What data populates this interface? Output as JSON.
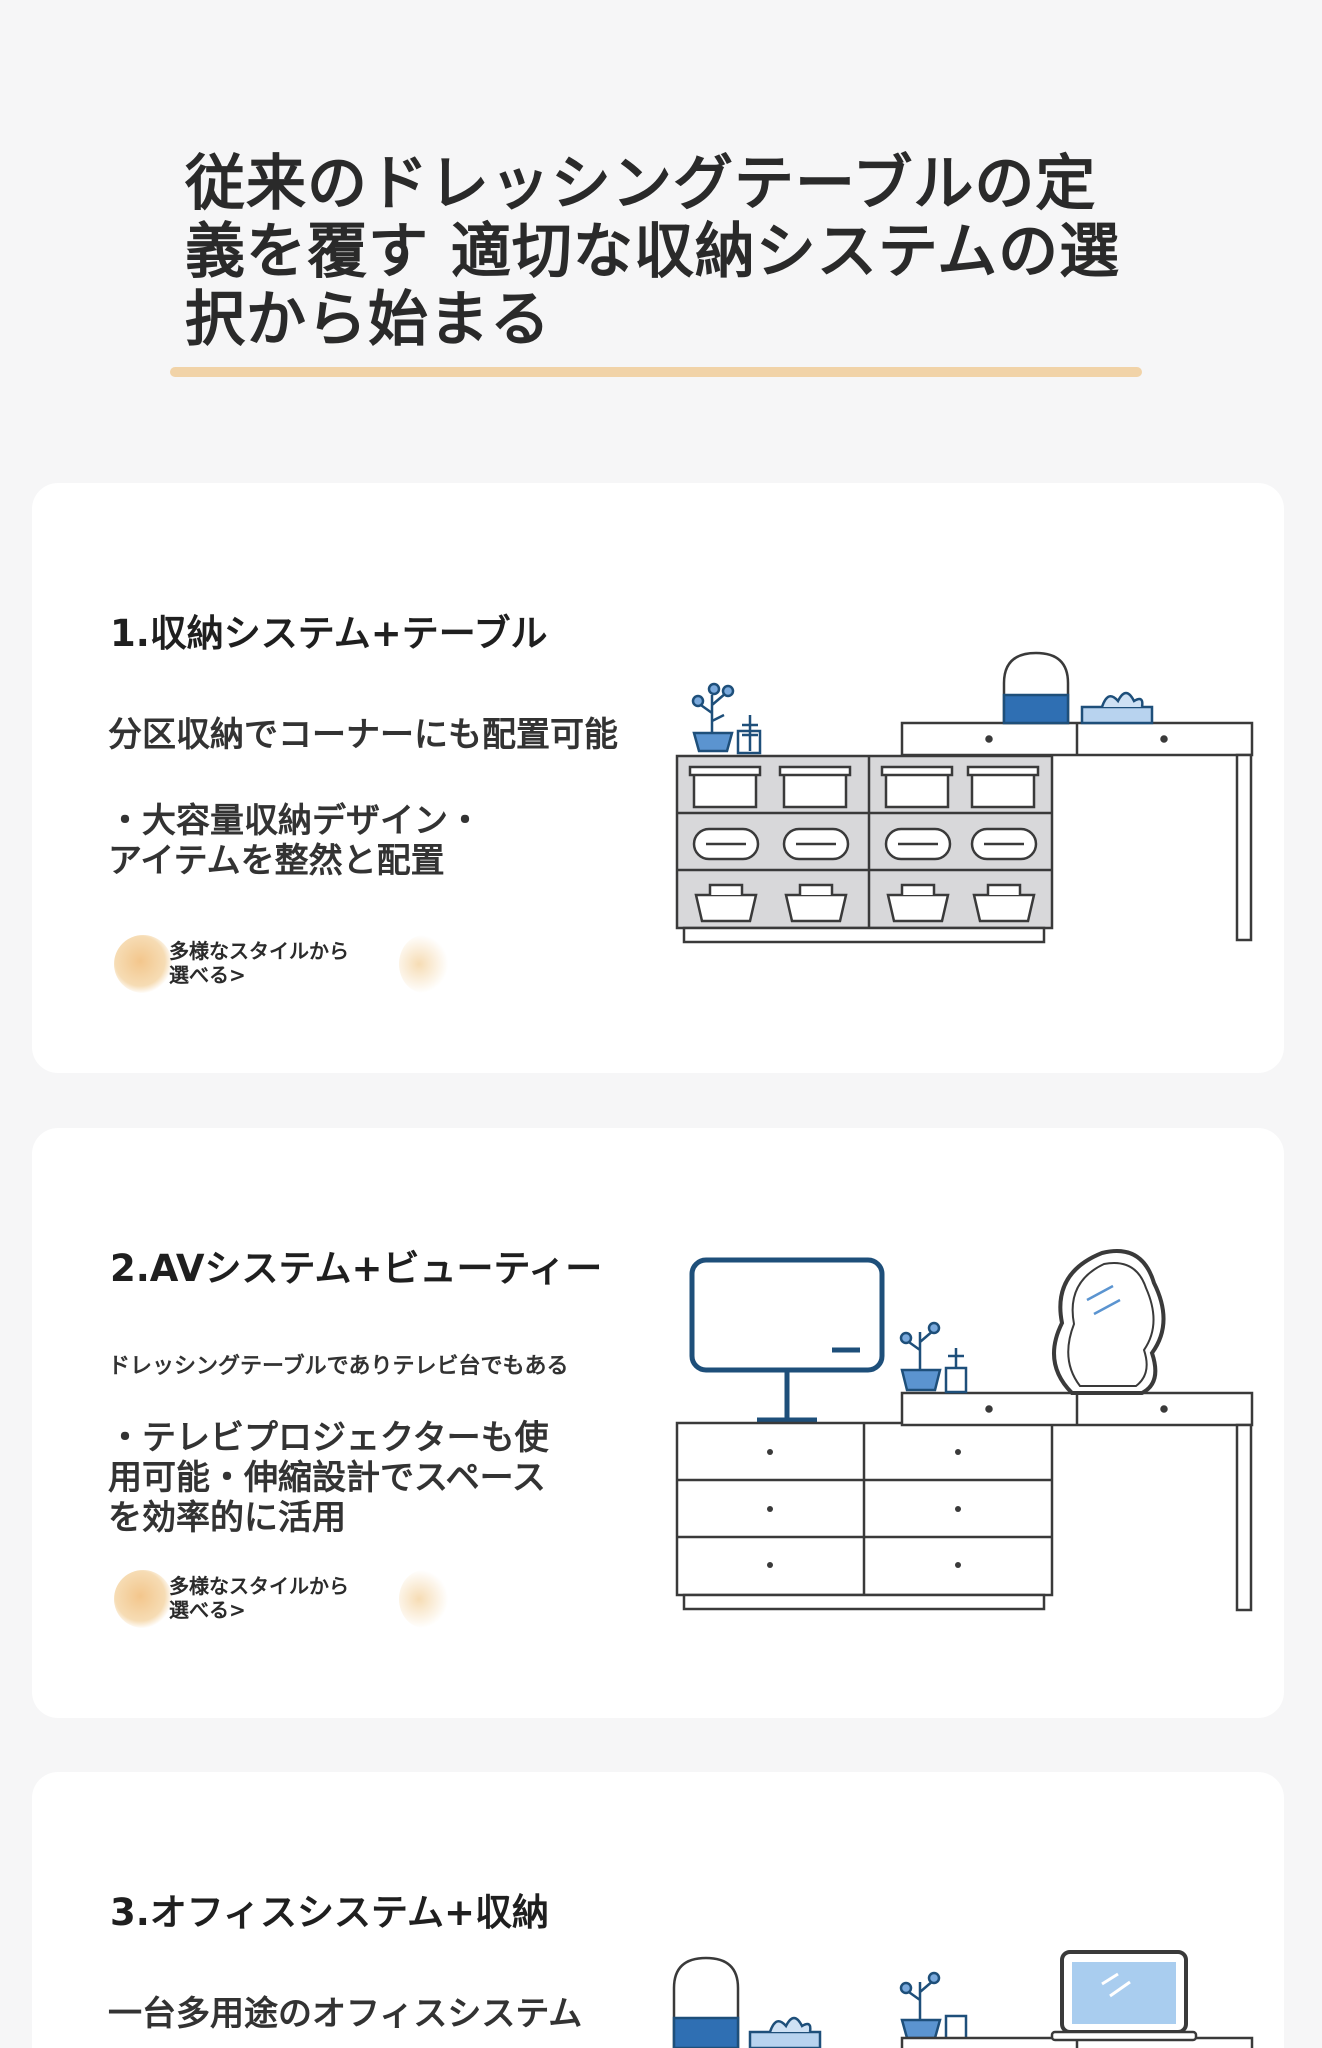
{
  "hero": {
    "title_line1": "従来のドレッシングテーブルの定",
    "title_line2": "義を覆す 適切な収納システムの選",
    "title_line3": "択から始まる"
  },
  "cards": [
    {
      "heading": "1.収納システム+テーブル",
      "subtitle": "分区収納でコーナーにも配置可能",
      "body_line1": "・大容量収納デザイン・",
      "body_line2": "アイテムを整然と配置",
      "link_line1": "多様なスタイルから",
      "link_line2": "選べる>"
    },
    {
      "heading": "2.AVシステム+ビューティー",
      "subtitle": "ドレッシングテーブルでありテレビ台でもある",
      "body_line1": "・テレビプロジェクターも使",
      "body_line2": "用可能・伸縮設計でスペース",
      "body_line3": "を効率的に活用",
      "link_line1": "多様なスタイルから",
      "link_line2": "選べる>"
    },
    {
      "heading": "3.オフィスシステム+収納",
      "subtitle": "一台多用途のオフィスシステム"
    }
  ],
  "colors": {
    "accent_underline": "#f1d3a8",
    "illustration_blue": "#2f6fb3",
    "illustration_navy": "#1e4f7a",
    "line": "#3a3a3a"
  }
}
